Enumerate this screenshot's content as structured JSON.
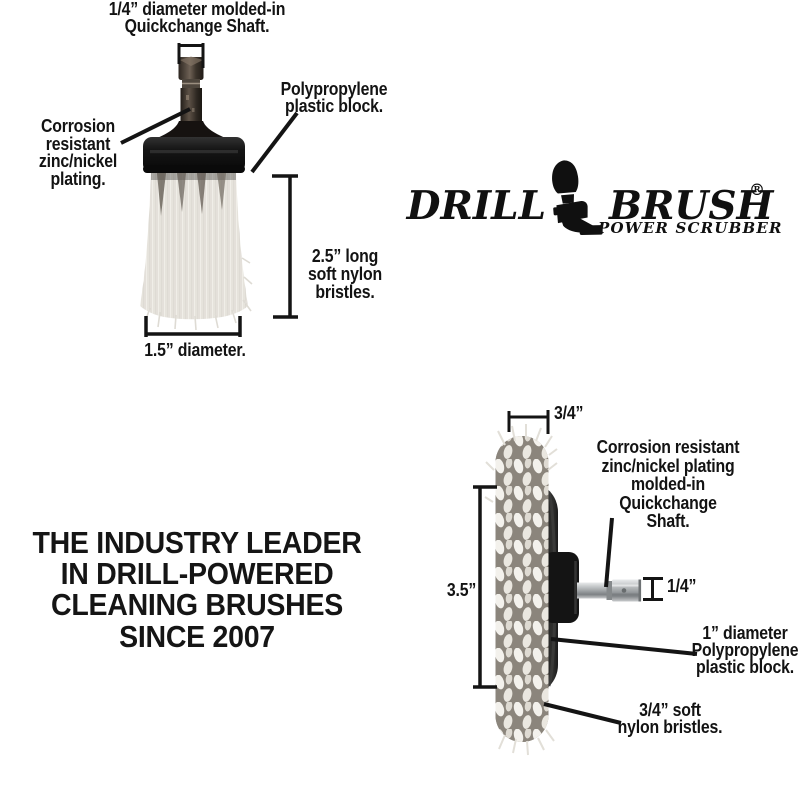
{
  "colors": {
    "background": "#ffffff",
    "ink": "#141414",
    "bristle_white": "#f1efe9",
    "plastic_black": "#151515",
    "steel_silver": "#a7abad"
  },
  "logo": {
    "word_left": "DRILL",
    "word_right": "BRUSH",
    "registered": "®",
    "tagline": "POWER SCRUBBER"
  },
  "headline": "THE INDUSTRY LEADER\nIN DRILL-POWERED\nCLEANING BRUSHES\nSINCE 2007",
  "round_brush": {
    "shaft_label": "1/4” diameter molded-in\nQuickchange Shaft.",
    "plating_label": "Corrosion\nresistant\nzinc/nickel\nplating.",
    "block_label": "Polypropylene\nplastic block.",
    "bristle_label": "2.5” long\nsoft nylon\nbristles.",
    "diameter_label": "1.5” diameter."
  },
  "flat_brush": {
    "bristle_width_label": "3/4”",
    "shaft_label": "Corrosion resistant\nzinc/nickel plating\nmolded-in\nQuickchange\nShaft.",
    "diameter_label": "3.5”",
    "shaft_width_label": "1/4”",
    "block_label": "1” diameter\nPolypropylene\nplastic block.",
    "bristle_label": "3/4” soft\nnylon bristles."
  }
}
